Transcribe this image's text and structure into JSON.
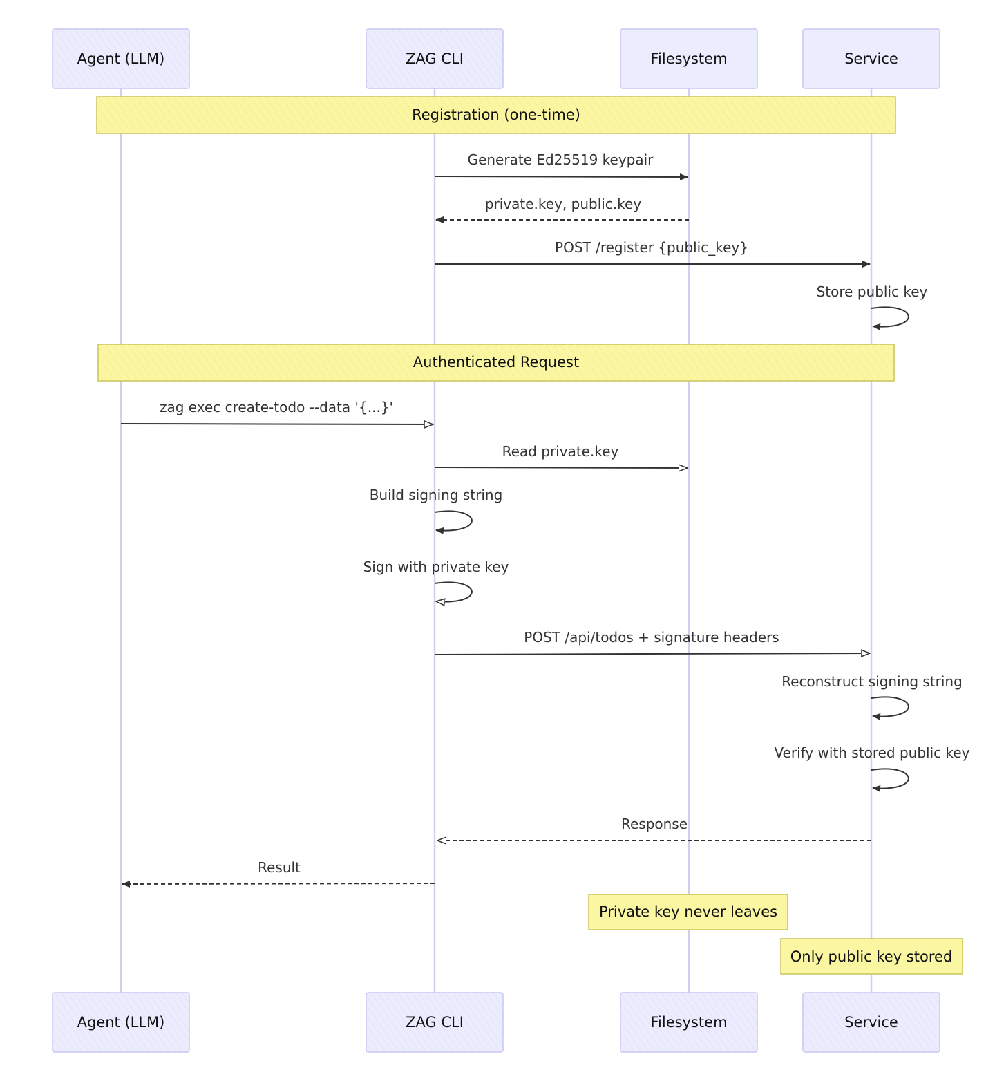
{
  "actors": [
    {
      "id": "agent",
      "label": "Agent (LLM)"
    },
    {
      "id": "cli",
      "label": "ZAG CLI"
    },
    {
      "id": "fs",
      "label": "Filesystem"
    },
    {
      "id": "svc",
      "label": "Service"
    }
  ],
  "sections": [
    {
      "label": "Registration (one-time)"
    },
    {
      "label": "Authenticated Request"
    }
  ],
  "messages": [
    {
      "from": "cli",
      "to": "fs",
      "label": "Generate Ed25519 keypair",
      "style": "solid"
    },
    {
      "from": "fs",
      "to": "cli",
      "label": "private.key, public.key",
      "style": "dashed"
    },
    {
      "from": "cli",
      "to": "svc",
      "label": "POST /register {public_key}",
      "style": "solid"
    },
    {
      "from": "svc",
      "to": "svc",
      "label": "Store public key",
      "style": "self"
    },
    {
      "from": "agent",
      "to": "cli",
      "label": "zag exec create-todo --data '{...}'",
      "style": "solid"
    },
    {
      "from": "cli",
      "to": "fs",
      "label": "Read private.key",
      "style": "solid"
    },
    {
      "from": "cli",
      "to": "cli",
      "label": "Build signing string",
      "style": "self"
    },
    {
      "from": "cli",
      "to": "cli",
      "label": "Sign with private key",
      "style": "self"
    },
    {
      "from": "cli",
      "to": "svc",
      "label": "POST /api/todos + signature headers",
      "style": "solid"
    },
    {
      "from": "svc",
      "to": "svc",
      "label": "Reconstruct signing string",
      "style": "self"
    },
    {
      "from": "svc",
      "to": "svc",
      "label": "Verify with stored public key",
      "style": "self"
    },
    {
      "from": "svc",
      "to": "cli",
      "label": "Response",
      "style": "dashed"
    },
    {
      "from": "cli",
      "to": "agent",
      "label": "Result",
      "style": "dashed"
    }
  ],
  "notes": [
    {
      "over": "fs",
      "label": "Private key never leaves"
    },
    {
      "over": "svc",
      "label": "Only public key stored"
    }
  ],
  "colors": {
    "actor_fill": "#ececff",
    "actor_border": "#c9c6f0",
    "lifeline": "#d2ceef",
    "note_fill": "#fbf6a2",
    "note_border": "#c8c25a",
    "arrow": "#333333"
  }
}
